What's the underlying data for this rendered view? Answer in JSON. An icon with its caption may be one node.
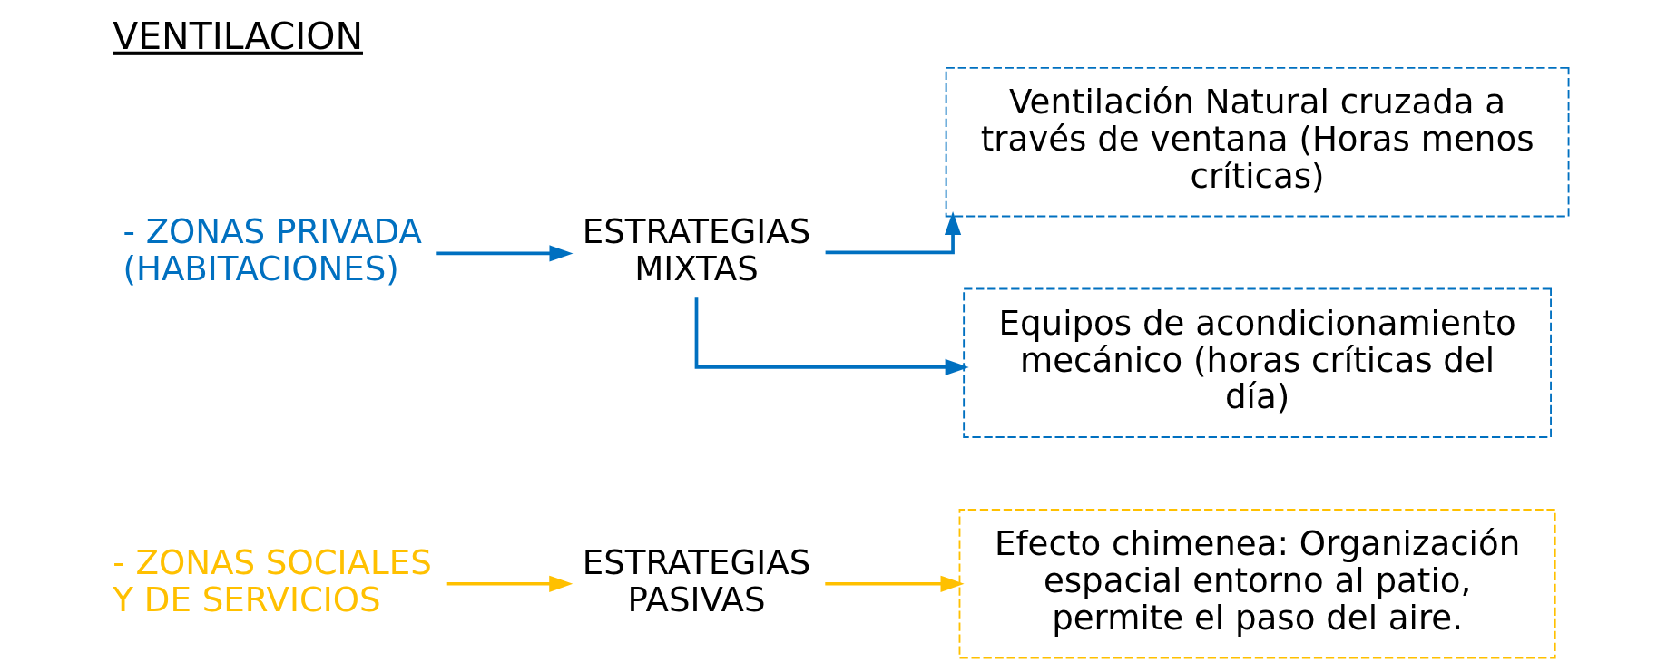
{
  "diagram": {
    "title": "VENTILACION",
    "nodes": [
      {
        "text": [
          "- ZONAS SOCIALES Y DE SERVICIOS"
        ]
      },
      {
        "text": [
          "ESTRATEGIAS PASIVAS"
        ]
      },
      {
        "text": [
          "Efecto chimenea: Organización espacial entorno al patio, permite el paso del aire."
        ]
      },
      {
        "text": [
          "- ZONAS PRIVADA (HABITACIONES)"
        ]
      },
      {
        "text": [
          "ESTRATEGIAS MIXTAS"
        ]
      },
      {
        "text": [
          "Ventilación Natural cruzada a través de ventana (Horas menos críticas)"
        ]
      },
      {
        "text": [
          "Equipos de acondicionamiento mecánico (horas críticas del día)"
        ]
      }
    ],
    "edges": [
      {
        "from": 0,
        "to": 1,
        "arrow": "to",
        "color": "#ffc000"
      },
      {
        "from": 1,
        "to": 2,
        "arrow": "to",
        "color": "#ffc000"
      },
      {
        "from": 3,
        "to": 4,
        "arrow": "to"
      },
      {
        "from": 4,
        "to": 5,
        "arrow": "to"
      },
      {
        "from": 4,
        "to": 6,
        "arrow": "to"
      }
    ]
  }
}
